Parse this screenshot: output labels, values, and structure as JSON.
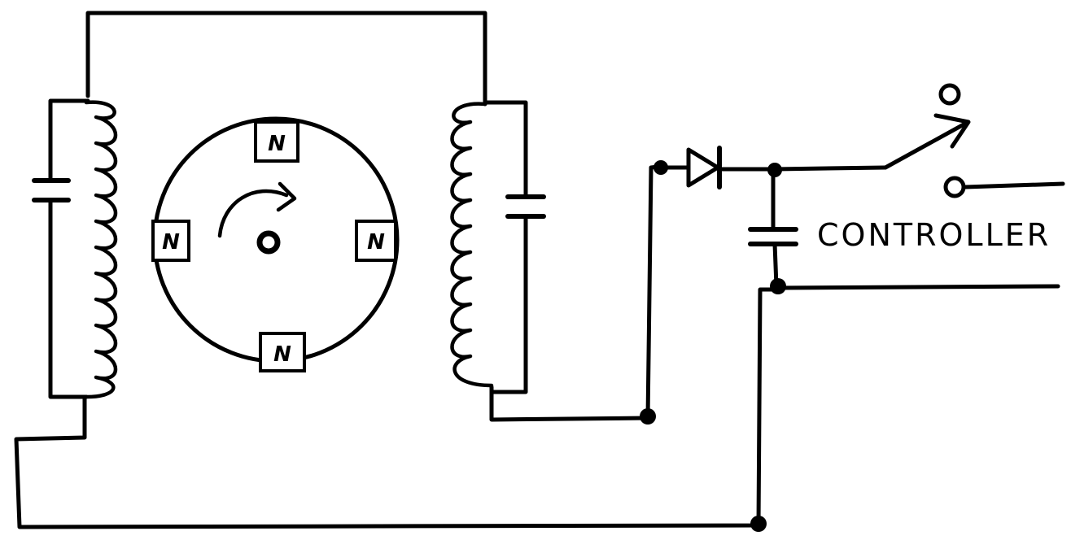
{
  "diagram": {
    "rotor": {
      "poles": [
        {
          "id": "top",
          "label": "N"
        },
        {
          "id": "left",
          "label": "N"
        },
        {
          "id": "right",
          "label": "N"
        },
        {
          "id": "bottom",
          "label": "N"
        }
      ]
    },
    "controller_label": "CONTROLLER"
  }
}
